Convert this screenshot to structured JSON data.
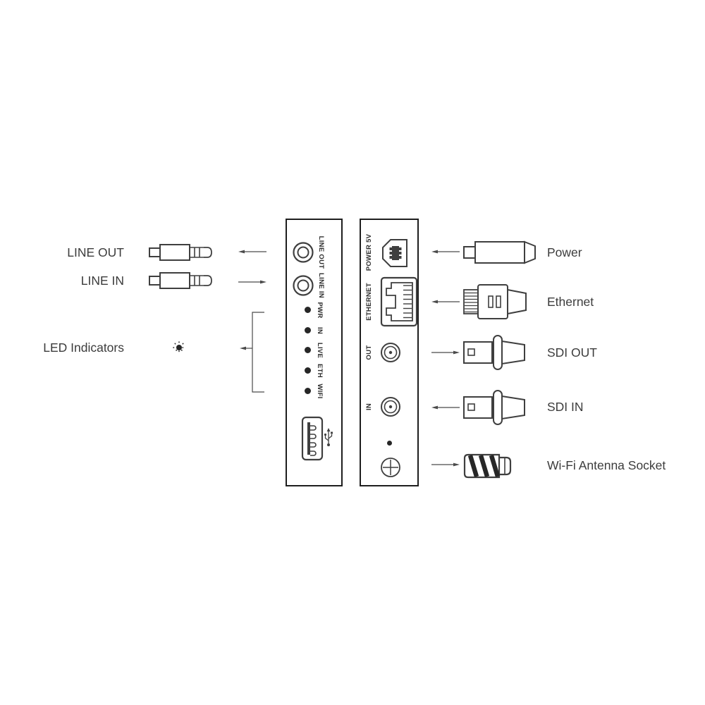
{
  "left_callouts": {
    "line_out": "LINE OUT",
    "line_in": "LINE IN",
    "led_indicators": "LED Indicators"
  },
  "right_callouts": {
    "power": "Power",
    "ethernet": "Ethernet",
    "sdi_out": "SDI OUT",
    "sdi_in": "SDI IN",
    "wifi_antenna": "Wi-Fi Antenna Socket"
  },
  "left_panel": {
    "port_labels": {
      "line_out": "LINE OUT",
      "line_in": "LINE IN"
    },
    "led_labels": [
      "PWR",
      "IN",
      "LIVE",
      "ETH",
      "WIFI"
    ]
  },
  "right_panel": {
    "port_labels": {
      "power": "POWER 5V",
      "ethernet": "ETHERNET",
      "out": "OUT",
      "in": "IN"
    }
  },
  "icons": {
    "audio_jack": "audio-jack-plug-icon",
    "led_glow": "led-glow-icon",
    "usb_a_port": "usb-a-port-icon",
    "usb_symbol": "usb-trident-icon",
    "usb_b_socket": "usb-b-socket-icon",
    "rj45_socket": "rj45-socket-icon",
    "bnc_socket": "bnc-socket-icon",
    "antenna_socket": "antenna-socket-screw-icon",
    "power_plug": "power-plug-icon",
    "ethernet_plug": "ethernet-plug-icon",
    "bnc_plug": "bnc-plug-icon"
  },
  "colors": {
    "ink": "#3f3f3f",
    "panel_border": "#1e1e1e",
    "text": "#3c3c3c",
    "arrow": "#4a4a4a",
    "background": "#ffffff"
  }
}
